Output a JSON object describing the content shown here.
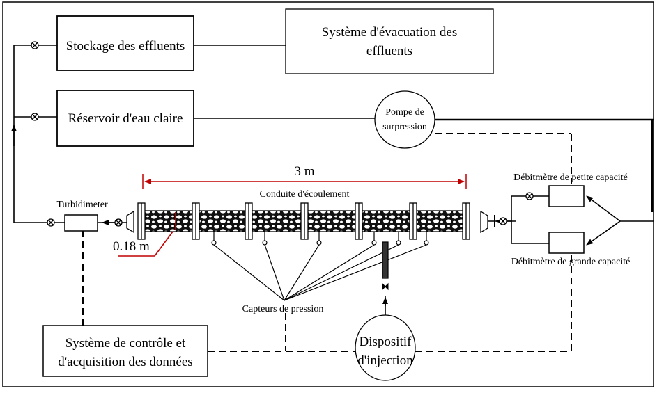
{
  "labels": {
    "effluent_storage": "Stockage des effluents",
    "effluent_discharge_line1": "Système d'évacuation des",
    "effluent_discharge_line2": "effluents",
    "clear_water_tank": "Réservoir d'eau claire",
    "booster_pump_line1": "Pompe de",
    "booster_pump_line2": "surpression",
    "length": "3 m",
    "flow_pipe": "Conduite d'écoulement",
    "turbidimeter": "Turbidimeter",
    "diameter": "0.18 m",
    "small_flowmeter": "Débitmètre de petite capacité",
    "large_flowmeter": "Débitmètre de grande capacité",
    "pressure_sensors": "Capteurs de pression",
    "control_system_line1": "Système de contrôle et",
    "control_system_line2": "d'acquisition des données",
    "injection_line1": "Dispositif",
    "injection_line2": "d'injection"
  },
  "colors": {
    "line": "#000000",
    "dimension": "#c00000",
    "background": "#ffffff"
  }
}
